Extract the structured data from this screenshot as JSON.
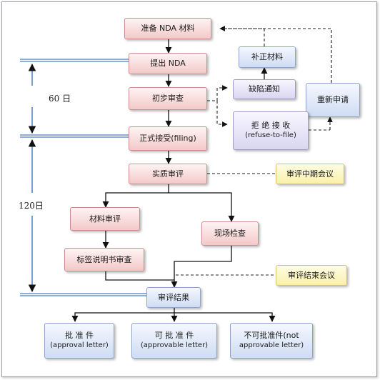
{
  "nodes": {
    "prepare_nda": "准备 NDA 材料",
    "submit_nda": "提出 NDA",
    "initial_review": "初步审查",
    "supplement": "补正材料",
    "deficiency_notice": "缺陷通知",
    "reapply": "重新申请",
    "refuse_line1": "拒 绝 接 收",
    "refuse_line2": "(refuse-to-file)",
    "formal_accept": "正式接受(filing)",
    "substantive_review": "实质审评",
    "midcycle_meeting": "审评中期会议",
    "material_review": "材料审评",
    "site_inspection": "现场检查",
    "label_review": "标签说明书审查",
    "final_meeting": "审评结束会议",
    "review_result": "审评结果",
    "approval_line1": "批    准    件",
    "approval_line2": "(approval letter)",
    "approvable_line1": "可    批    准    件",
    "approvable_line2": "(approvable letter)",
    "not_approvable_line1": "不可批准件(not",
    "not_approvable_line2": "approvable letter)"
  },
  "timeline": {
    "label_60": "60 日",
    "label_120": "120日"
  },
  "colors": {
    "stage_box": "#f3c9c9",
    "notice_box": "#d9d6f0",
    "result_box": "#cfdcf2",
    "meeting_box": "#fbf0a9",
    "timeline_blue": "#4a7fc1"
  }
}
